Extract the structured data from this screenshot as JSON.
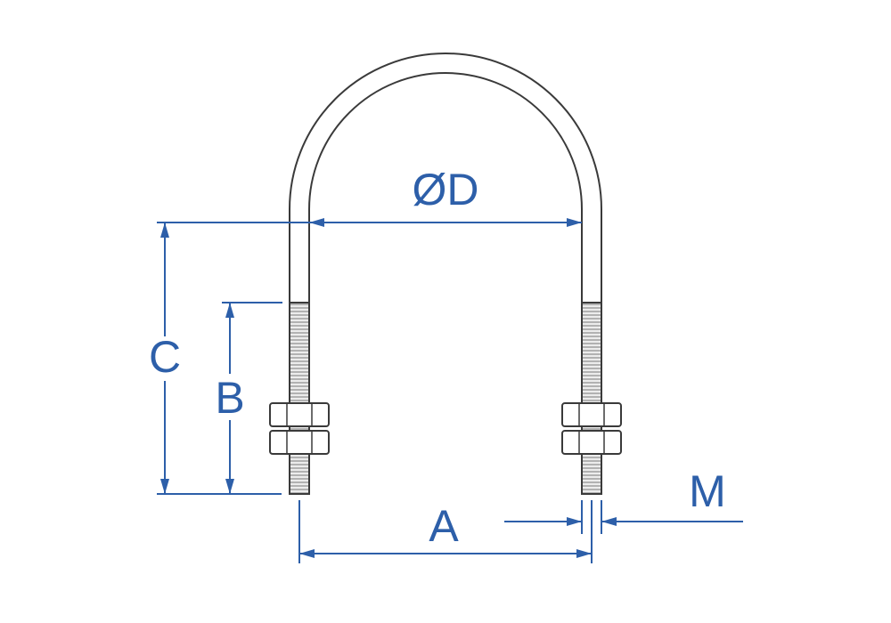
{
  "diagram": {
    "labels": {
      "inner_diameter": "ØD",
      "overall_length": "C",
      "thread_length": "B",
      "leg_center_distance": "A",
      "thread_size": "M"
    },
    "colors": {
      "dimension_blue": "#2d5fa9",
      "outline_gray": "#3a3a3a",
      "thread_fill": "#ececec",
      "thread_lines": "#8f8f8f",
      "background": "#ffffff"
    }
  }
}
